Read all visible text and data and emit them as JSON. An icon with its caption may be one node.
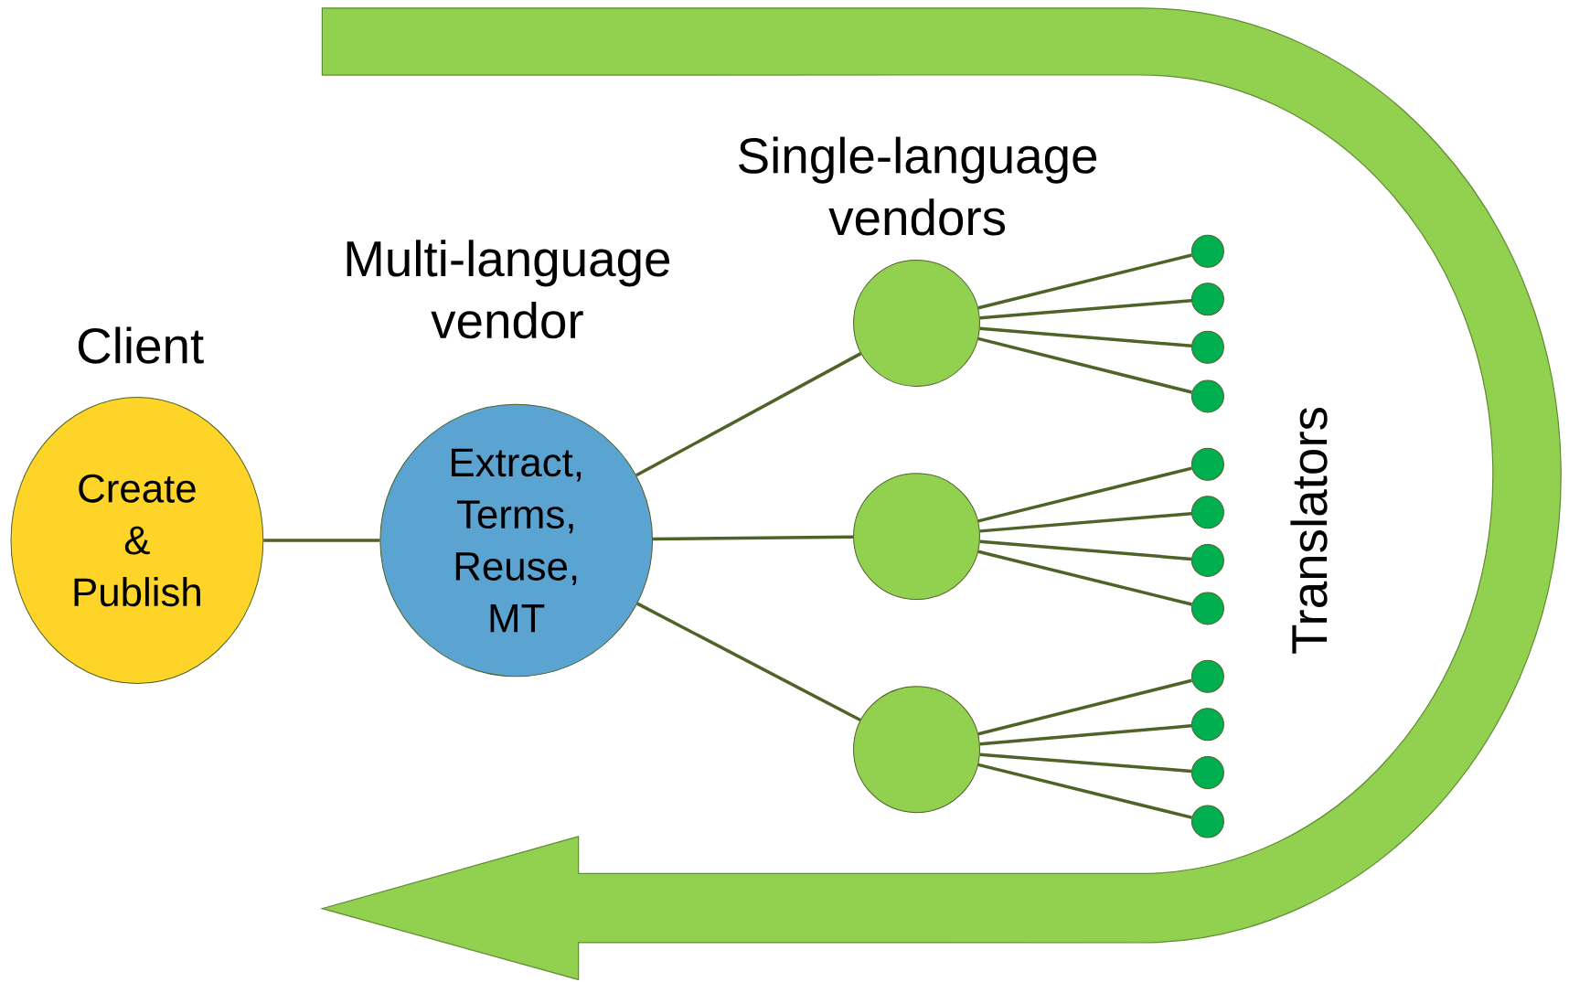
{
  "diagram": {
    "nodes": [
      {
        "text": [
          "Client",
          "Create & Publish"
        ]
      },
      {
        "text": [
          "Multi-language vendor",
          "Extract, Terms, Reuse, MT"
        ]
      },
      {
        "text": [],
        "shape": "circle"
      },
      {
        "text": [],
        "shape": "circle"
      },
      {
        "text": [],
        "shape": "circle"
      },
      {
        "text": [],
        "shape": "circle"
      },
      {
        "text": [],
        "shape": "circle"
      },
      {
        "text": [],
        "shape": "circle"
      },
      {
        "text": [],
        "shape": "circle"
      },
      {
        "text": [],
        "shape": "circle"
      },
      {
        "text": [],
        "shape": "circle"
      },
      {
        "text": [],
        "shape": "circle"
      },
      {
        "text": [],
        "shape": "circle"
      },
      {
        "text": [],
        "shape": "circle"
      },
      {
        "text": [],
        "shape": "circle"
      },
      {
        "text": [],
        "shape": "circle"
      },
      {
        "text": [],
        "shape": "circle"
      }
    ],
    "edges": [
      {
        "from": 0,
        "to": 1,
        "arrow": "none"
      },
      {
        "from": 1,
        "to": 2,
        "arrow": "none"
      },
      {
        "from": 1,
        "to": 3,
        "arrow": "none"
      },
      {
        "from": 1,
        "to": 4,
        "arrow": "none"
      },
      {
        "from": 2,
        "to": 5,
        "arrow": "none"
      },
      {
        "from": 2,
        "to": 6,
        "arrow": "none"
      },
      {
        "from": 2,
        "to": 7,
        "arrow": "none"
      },
      {
        "from": 2,
        "to": 8,
        "arrow": "none"
      },
      {
        "from": 3,
        "to": 9,
        "arrow": "none"
      },
      {
        "from": 3,
        "to": 10,
        "arrow": "none"
      },
      {
        "from": 3,
        "to": 11,
        "arrow": "none"
      },
      {
        "from": 3,
        "to": 12,
        "arrow": "none"
      },
      {
        "from": 4,
        "to": 13,
        "arrow": "none"
      },
      {
        "from": 4,
        "to": 14,
        "arrow": "none"
      },
      {
        "from": 4,
        "to": 15,
        "arrow": "none"
      },
      {
        "from": 4,
        "to": 16,
        "arrow": "none"
      }
    ],
    "labels": [
      "Single-language vendors",
      "Translators"
    ]
  }
}
